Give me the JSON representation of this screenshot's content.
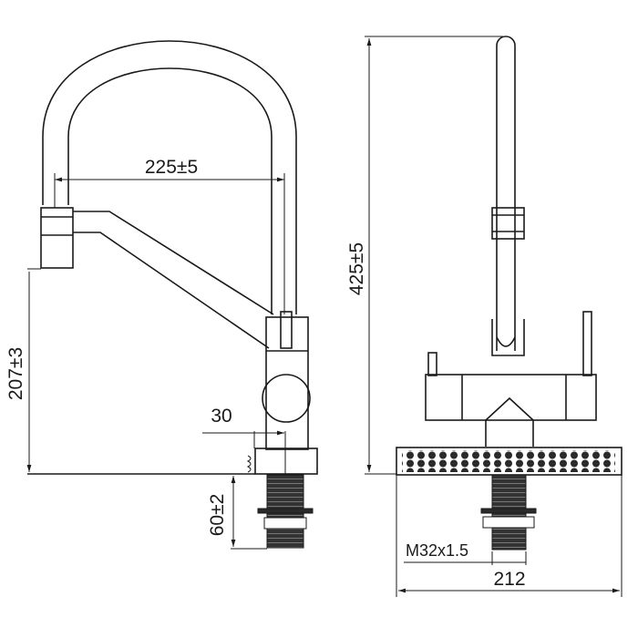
{
  "drawing": {
    "title": "Kitchen faucet technical drawing",
    "dimensions": {
      "spout_reach": "225±5",
      "spout_height": "207±3",
      "deck_thickness": "30",
      "shank_length": "60±2",
      "total_height": "425±5",
      "thread": "M32x1.5",
      "base_width": "212"
    }
  }
}
